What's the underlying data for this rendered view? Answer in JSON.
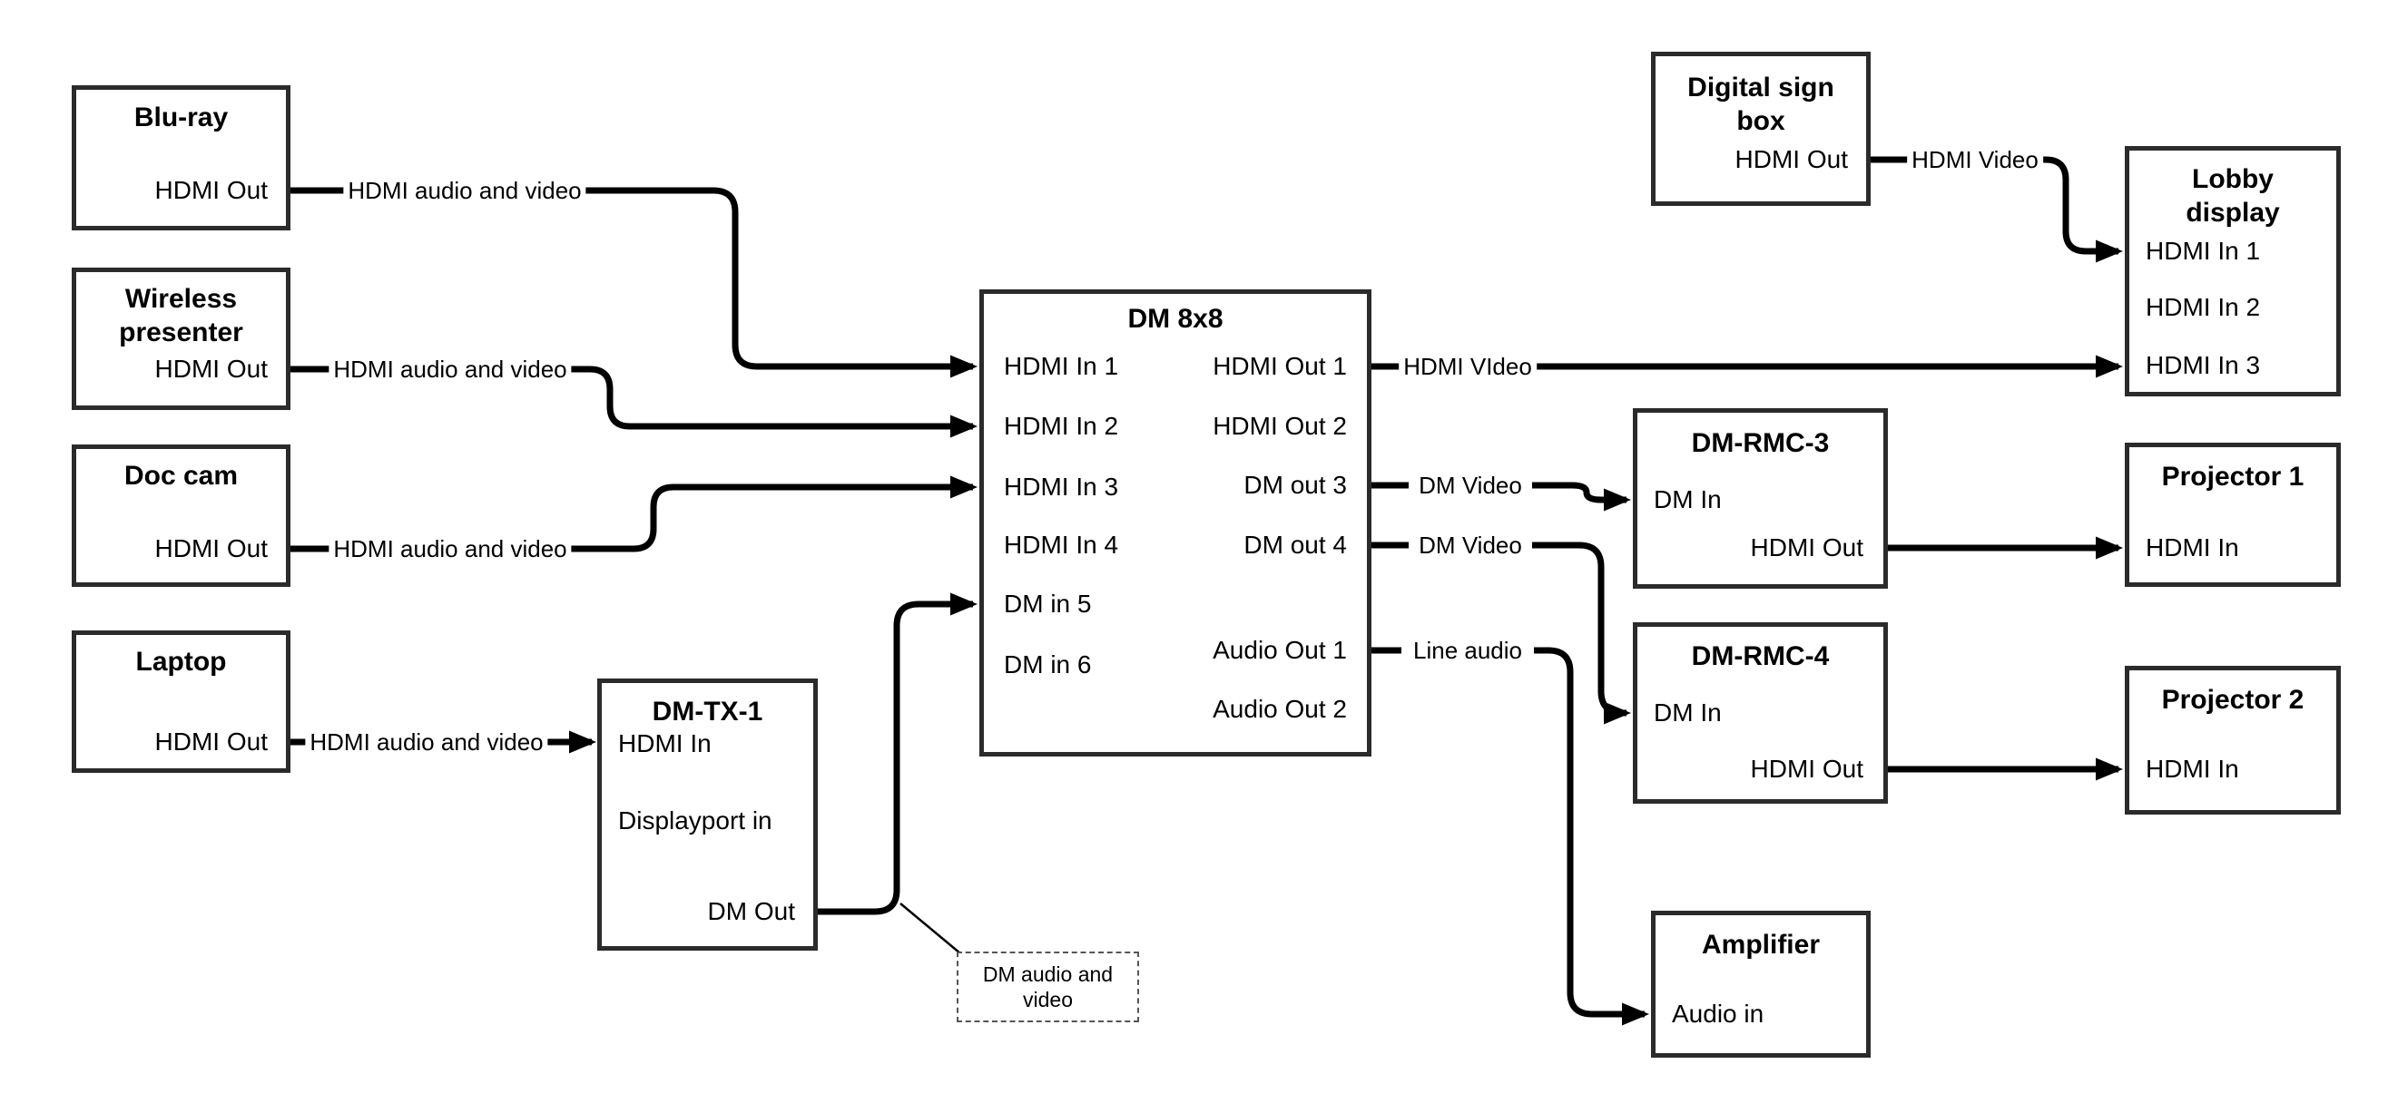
{
  "nodes": {
    "bluray": {
      "title": "Blu-ray",
      "port": "HDMI Out"
    },
    "wireless": {
      "title": "Wireless presenter",
      "port": "HDMI Out"
    },
    "doccam": {
      "title": "Doc cam",
      "port": "HDMI Out"
    },
    "laptop": {
      "title": "Laptop",
      "port": "HDMI Out"
    },
    "dmtx1": {
      "title": "DM-TX-1",
      "ports": [
        "HDMI In",
        "Displayport in",
        "DM Out"
      ]
    },
    "dm8x8": {
      "title": "DM 8x8",
      "inputs": [
        "HDMI In 1",
        "HDMI In 2",
        "HDMI In 3",
        "HDMI In 4",
        "DM in 5",
        "DM in 6"
      ],
      "outputs": [
        "HDMI Out 1",
        "HDMI Out 2",
        "DM out 3",
        "DM out 4",
        "Audio Out 1",
        "Audio Out 2"
      ]
    },
    "digitalsign": {
      "title": "Digital sign box",
      "port": "HDMI Out"
    },
    "lobby": {
      "title": "Lobby display",
      "inputs": [
        "HDMI In 1",
        "HDMI In 2",
        "HDMI In 3"
      ]
    },
    "dmrmc3": {
      "title": "DM-RMC-3",
      "in": "DM In",
      "out": "HDMI Out"
    },
    "proj1": {
      "title": "Projector 1",
      "in": "HDMI In"
    },
    "dmrmc4": {
      "title": "DM-RMC-4",
      "in": "DM In",
      "out": "HDMI Out"
    },
    "proj2": {
      "title": "Projector 2",
      "in": "HDMI In"
    },
    "amp": {
      "title": "Amplifier",
      "in": "Audio in"
    }
  },
  "wire_labels": {
    "bluray_to_dm": "HDMI audio and video",
    "wireless_to_dm": "HDMI audio and video",
    "doccam_to_dm": "HDMI audio and video",
    "laptop_to_tx": "HDMI audio and video",
    "sign_to_lobby": "HDMI Video",
    "hdmiout1_to_lobby": "HDMI VIdeo",
    "dmout3_to_rmc3": "DM Video",
    "dmout4_to_rmc4": "DM Video",
    "audioout1_to_amp": "Line audio"
  },
  "callout": {
    "text": "DM audio and video"
  },
  "colors": {
    "line": "#000000",
    "box_border": "#2b2b2b",
    "background": "#ffffff",
    "callout_border": "#555555"
  }
}
